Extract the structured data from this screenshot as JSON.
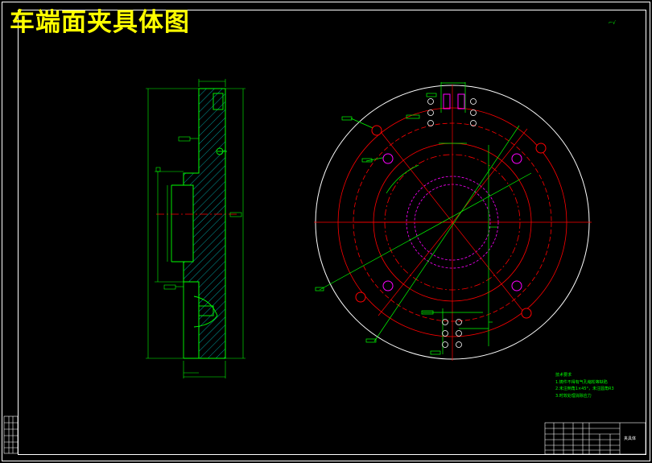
{
  "title": "车端面夹具体图",
  "roughness_note": "⌐√",
  "tech_notes": [
    "技术要求",
    "1.铸件不得有气孔缩松等缺陷",
    "2.未注倒角1×45°，未注圆角R3",
    "3.时效处理消除应力"
  ],
  "title_block": {
    "part_name": "夹具体"
  },
  "colors": {
    "background": "#000000",
    "frame": "#ffffff",
    "outline": "#00ff00",
    "centerline": "#ff0000",
    "hatch": "#00ffff",
    "hidden": "#ff00ff",
    "title": "#ffff00"
  }
}
